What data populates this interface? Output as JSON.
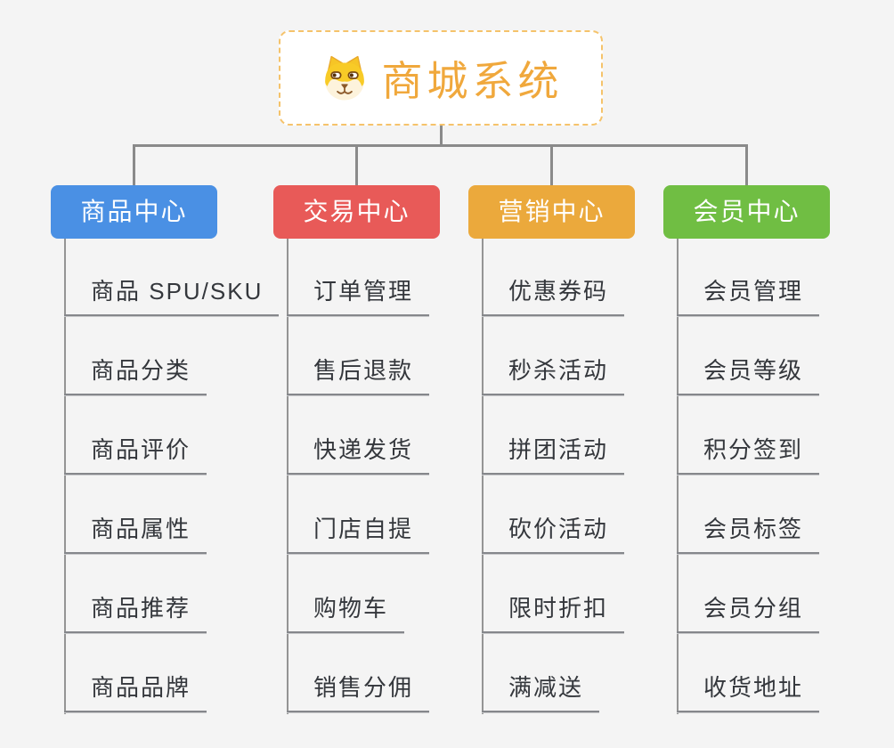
{
  "root": {
    "title": "商城系统",
    "icon": "dog-face-icon",
    "title_color": "#F0A83C",
    "border_color": "#F5C36B",
    "background": "#FFFFFF"
  },
  "connectors": {
    "color": "#8A8A8A"
  },
  "page_background": "#F4F4F4",
  "branches": [
    {
      "label": "商品中心",
      "color": "#4A90E4",
      "items": [
        "商品 SPU/SKU",
        "商品分类",
        "商品评价",
        "商品属性",
        "商品推荐",
        "商品品牌"
      ]
    },
    {
      "label": "交易中心",
      "color": "#E85A58",
      "items": [
        "订单管理",
        "售后退款",
        "快递发货",
        "门店自提",
        "购物车",
        "销售分佣"
      ]
    },
    {
      "label": "营销中心",
      "color": "#EBA93C",
      "items": [
        "优惠券码",
        "秒杀活动",
        "拼团活动",
        "砍价活动",
        "限时折扣",
        "满减送"
      ]
    },
    {
      "label": "会员中心",
      "color": "#70BE43",
      "items": [
        "会员管理",
        "会员等级",
        "积分签到",
        "会员标签",
        "会员分组",
        "收货地址"
      ]
    }
  ]
}
